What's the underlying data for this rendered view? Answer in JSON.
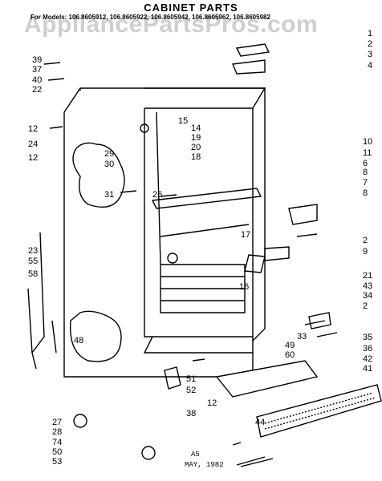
{
  "header": {
    "title": "CABINET PARTS",
    "models": "For Models: 106.8605912, 106.8605922, 106.8605942, 106.8605962, 106.8605982",
    "watermark": "AppliancePartsPros.com"
  },
  "footer": {
    "code": "A5",
    "date": "MAY, 1982"
  },
  "callouts": [
    "1",
    "2",
    "3",
    "4",
    "39",
    "37",
    "40",
    "22",
    "15",
    "12",
    "24",
    "12",
    "29",
    "30",
    "31",
    "14",
    "19",
    "20",
    "18",
    "26",
    "10",
    "11",
    "6",
    "8",
    "7",
    "8",
    "17",
    "2",
    "9",
    "16",
    "21",
    "23",
    "55",
    "58",
    "43",
    "34",
    "2",
    "48",
    "33",
    "49",
    "60",
    "35",
    "36",
    "42",
    "41",
    "51",
    "52",
    "38",
    "12",
    "44",
    "27",
    "28",
    "74",
    "50",
    "53"
  ]
}
